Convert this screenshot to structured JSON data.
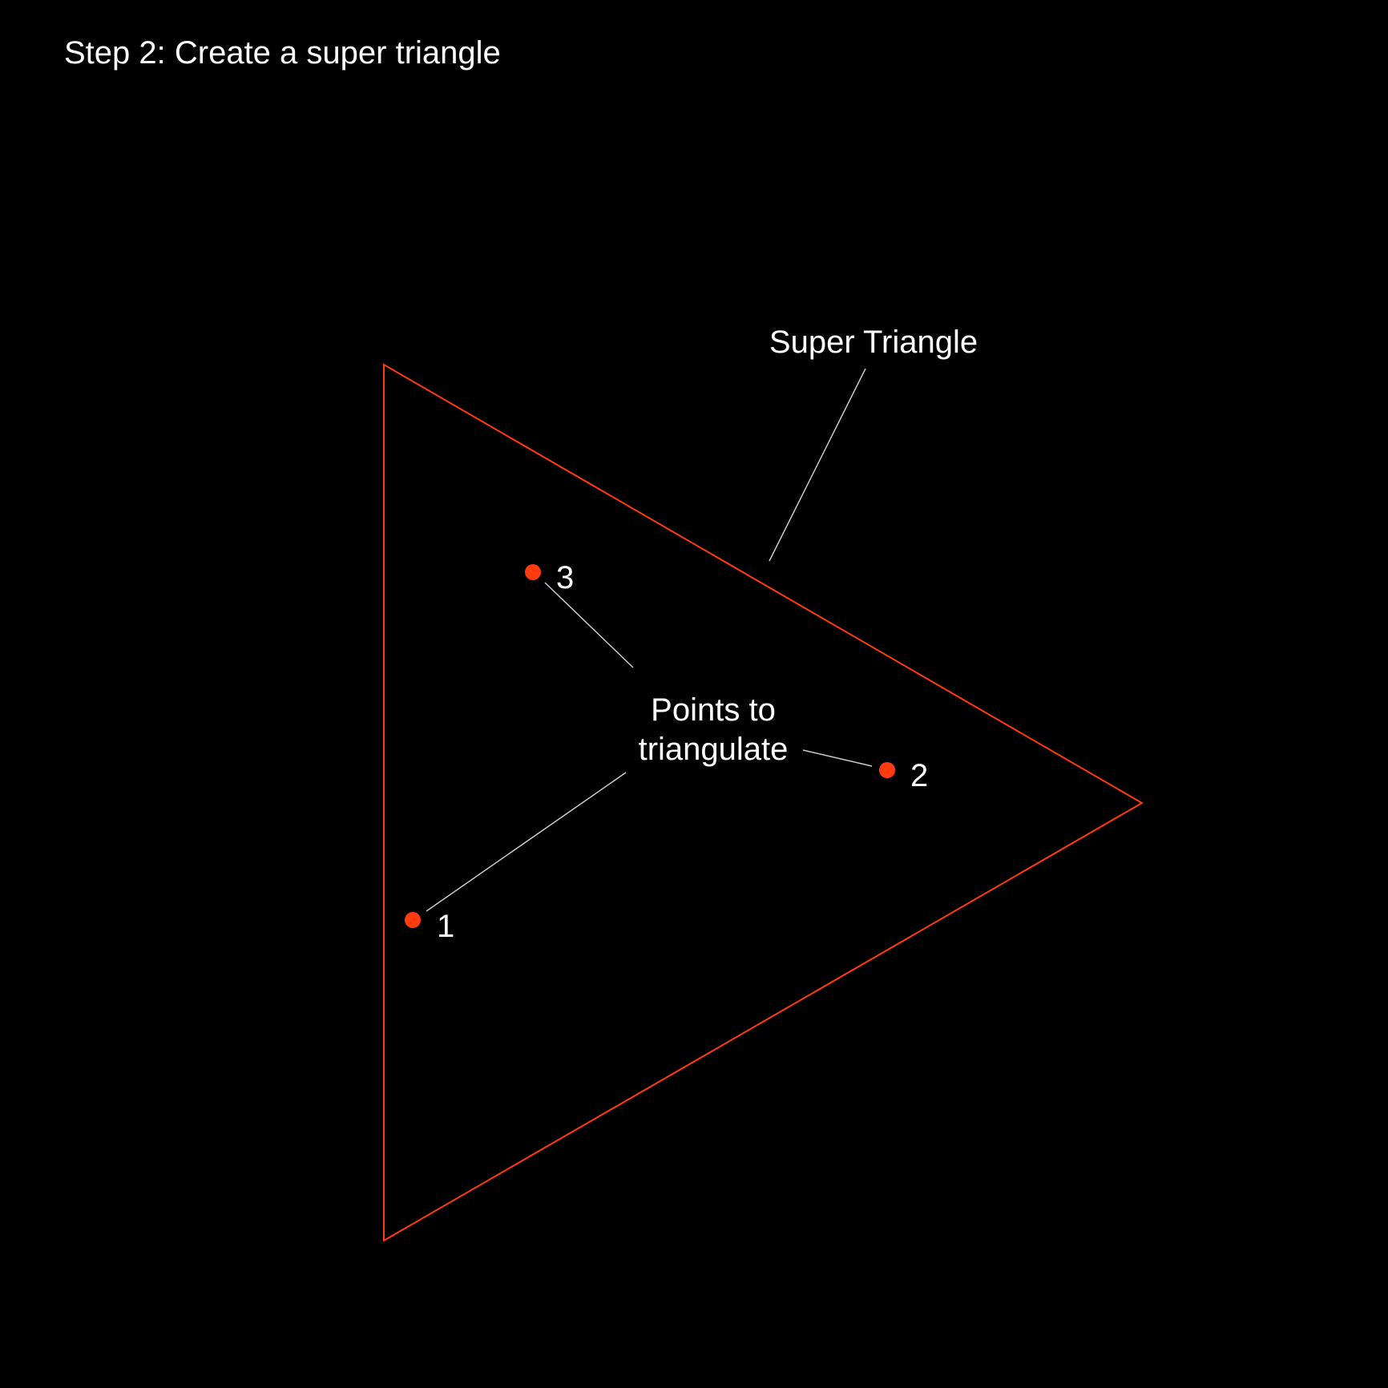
{
  "title": "Step 2: Create a super triangle",
  "super_triangle": {
    "label": "Super Triangle",
    "stroke_color": "#ff3b0f"
  },
  "points_callout": {
    "line1": "Points to",
    "line2": "triangulate"
  },
  "points": [
    {
      "label": "1"
    },
    {
      "label": "2"
    },
    {
      "label": "3"
    }
  ],
  "colors": {
    "background": "#000000",
    "accent": "#ff3b0f",
    "text": "#ffffff",
    "leader_line": "#cccccc"
  }
}
